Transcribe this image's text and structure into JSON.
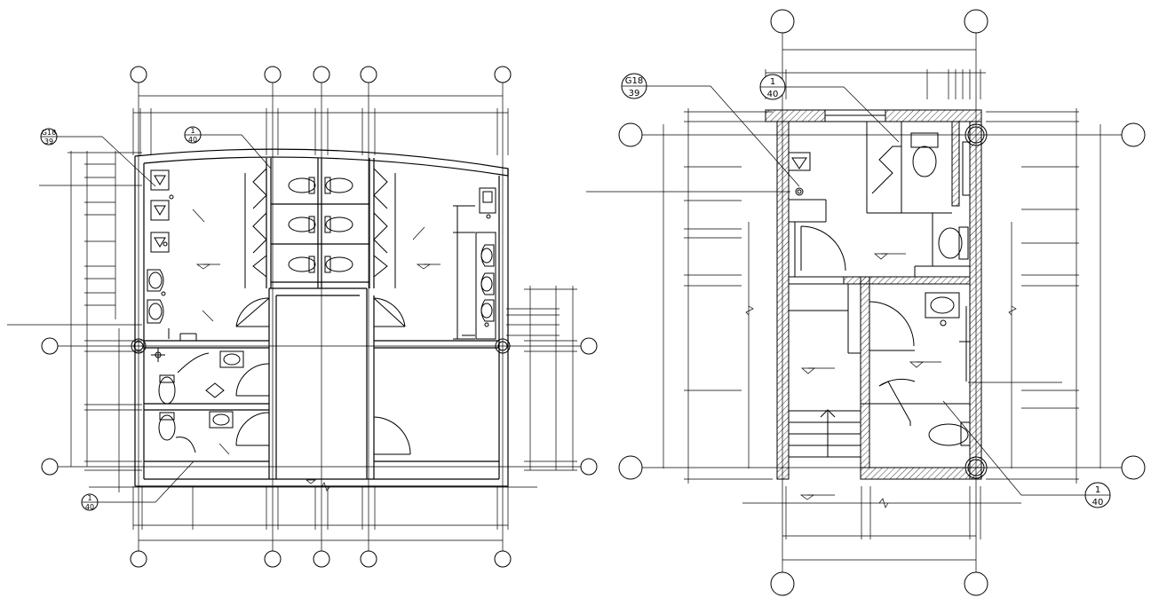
{
  "plan_left": {
    "callouts": [
      {
        "id": "plan-left-callout-g18",
        "top": "G18",
        "bottom": "39"
      },
      {
        "id": "plan-left-callout-detail-top",
        "top": "1",
        "bottom": "40"
      },
      {
        "id": "plan-left-callout-detail-bottom",
        "top": "1",
        "bottom": "40"
      }
    ]
  },
  "plan_right": {
    "callouts": [
      {
        "id": "plan-right-callout-g18",
        "top": "G18",
        "bottom": "39"
      },
      {
        "id": "plan-right-callout-detail-top",
        "top": "1",
        "bottom": "40"
      },
      {
        "id": "plan-right-callout-detail-bottom",
        "top": "1",
        "bottom": "40"
      }
    ]
  }
}
